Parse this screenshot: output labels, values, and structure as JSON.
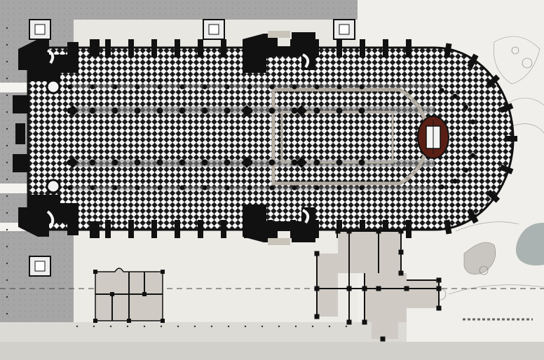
{
  "plan": {
    "colors": {
      "ground": "#e9e7e2",
      "paving": "#a6a6a6",
      "plaza": "#f0efeb",
      "wall": "#111111",
      "floor_dark": "#1a1a1a",
      "floor_light": "#f4f4f4",
      "aisle": "#8c8c8c",
      "annex_floor": "#cfcbc4",
      "altar": "#5a1f14",
      "water": "#aab3b1",
      "garden_line": "#8a8a8a"
    },
    "nave_bays": 9,
    "choir_bays": 5,
    "apse_chapels": 9,
    "column_rows": 4,
    "corner_towers": 4
  }
}
